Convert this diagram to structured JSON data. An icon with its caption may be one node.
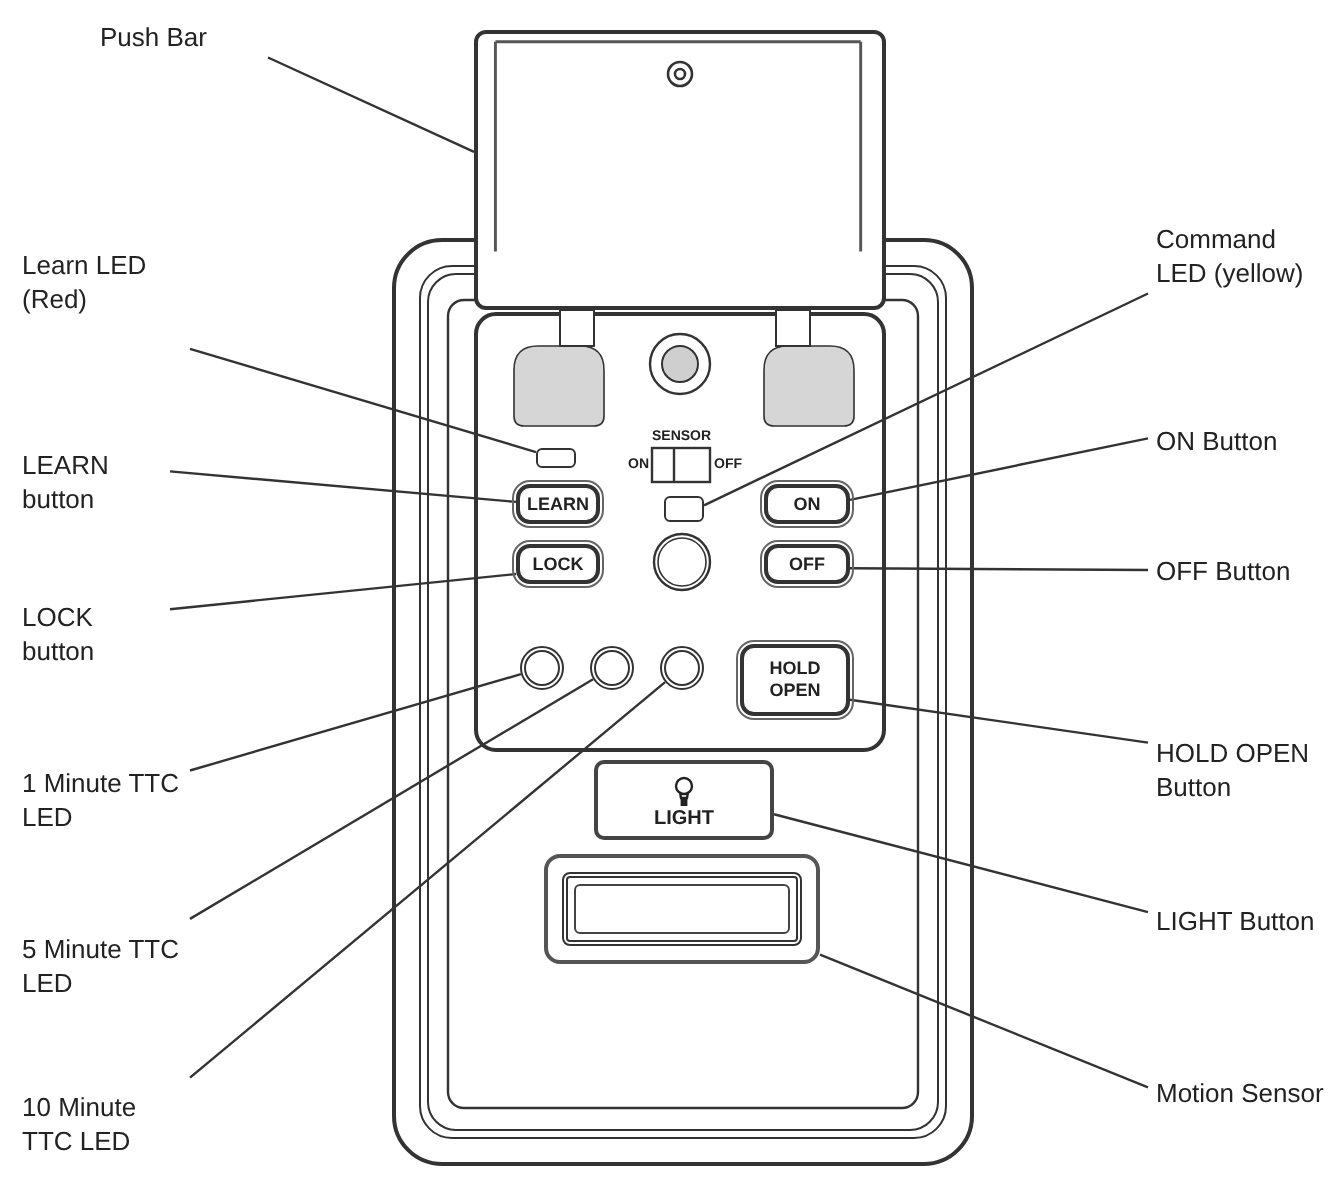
{
  "diagram": {
    "nodes": [
      {
        "text": [
          "Push Bar"
        ]
      },
      {
        "text": [],
        "shape": "box"
      },
      {
        "text": [
          "Learn LED (Red)"
        ]
      },
      {
        "text": [],
        "shape": "box"
      },
      {
        "text": [
          "Command LED (yellow)"
        ]
      },
      {
        "text": [],
        "shape": "box"
      },
      {
        "text": [
          "LEARN button"
        ]
      },
      {
        "text": [
          "LEARN"
        ]
      },
      {
        "text": [
          "ON Button"
        ]
      },
      {
        "text": [
          "ON"
        ]
      },
      {
        "text": [
          "LOCK button"
        ]
      },
      {
        "text": [
          "LOCK"
        ]
      },
      {
        "text": [
          "OFF Button"
        ]
      },
      {
        "text": [
          "OFF"
        ]
      },
      {
        "text": [
          "1 Minute TTC LED"
        ]
      },
      {
        "text": [],
        "shape": "circle"
      },
      {
        "text": [
          "5 Minute TTC LED"
        ]
      },
      {
        "text": [],
        "shape": "circle"
      },
      {
        "text": [
          "10 Minute TTC LED"
        ]
      },
      {
        "text": [],
        "shape": "circle"
      },
      {
        "text": [
          "HOLD OPEN Button"
        ]
      },
      {
        "text": [
          "HOLD OPEN"
        ]
      },
      {
        "text": [
          "LIGHT Button"
        ]
      },
      {
        "text": [
          "LIGHT"
        ]
      },
      {
        "text": [
          "Motion Sensor"
        ]
      },
      {
        "text": [],
        "shape": "box"
      }
    ],
    "edges": [
      {
        "from": 0,
        "to": 1,
        "arrow": "none"
      },
      {
        "from": 2,
        "to": 3,
        "arrow": "none"
      },
      {
        "from": 4,
        "to": 5,
        "arrow": "none"
      },
      {
        "from": 6,
        "to": 7,
        "arrow": "none"
      },
      {
        "from": 8,
        "to": 9,
        "arrow": "none"
      },
      {
        "from": 10,
        "to": 11,
        "arrow": "none"
      },
      {
        "from": 12,
        "to": 13,
        "arrow": "none"
      },
      {
        "from": 14,
        "to": 15,
        "arrow": "none"
      },
      {
        "from": 16,
        "to": 17,
        "arrow": "none"
      },
      {
        "from": 18,
        "to": 19,
        "arrow": "none"
      },
      {
        "from": 20,
        "to": 21,
        "arrow": "none"
      },
      {
        "from": 22,
        "to": 23,
        "arrow": "none"
      },
      {
        "from": 24,
        "to": 25,
        "arrow": "none"
      }
    ],
    "labels": [
      "SENSOR",
      "ON",
      "OFF"
    ]
  }
}
